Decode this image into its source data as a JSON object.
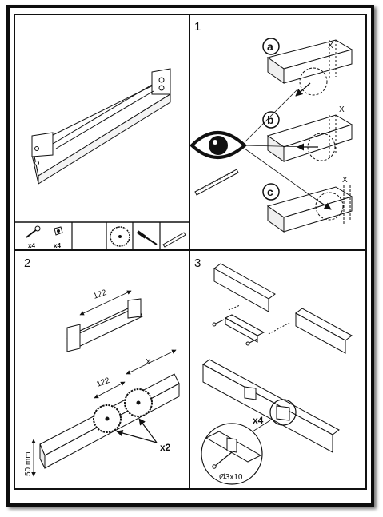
{
  "panels": [
    {
      "number": ""
    },
    {
      "number": "1"
    },
    {
      "number": "2"
    },
    {
      "number": "3"
    }
  ],
  "panel1": {
    "steps": [
      "a",
      "b",
      "c"
    ],
    "gap_mark": "X"
  },
  "parts": {
    "screw_qty": "x4",
    "nut_qty": "x4"
  },
  "panel2": {
    "width_top": "122",
    "width_bottom": "122",
    "gap_mark": "X",
    "height": "50 mm",
    "blade_qty": "x2"
  },
  "panel3": {
    "qty": "x4",
    "drill": "Ø3x10"
  }
}
